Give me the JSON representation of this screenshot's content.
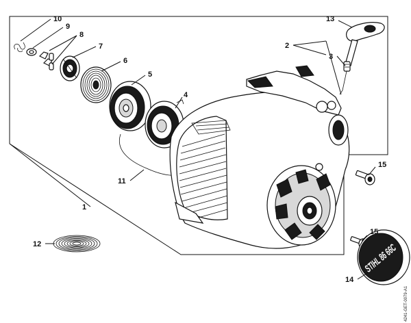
{
  "diagram": {
    "callouts": [
      {
        "id": "c10",
        "label": "10"
      },
      {
        "id": "c9",
        "label": "9"
      },
      {
        "id": "c8",
        "label": "8"
      },
      {
        "id": "c7",
        "label": "7"
      },
      {
        "id": "c6",
        "label": "6"
      },
      {
        "id": "c5",
        "label": "5"
      },
      {
        "id": "c4",
        "label": "4"
      },
      {
        "id": "c13",
        "label": "13"
      },
      {
        "id": "c2",
        "label": "2"
      },
      {
        "id": "c3",
        "label": "3"
      },
      {
        "id": "c11",
        "label": "11"
      },
      {
        "id": "c1",
        "label": "1"
      },
      {
        "id": "c15a",
        "label": "15"
      },
      {
        "id": "c12",
        "label": "12"
      },
      {
        "id": "c15b",
        "label": "15"
      },
      {
        "id": "c14",
        "label": "14"
      }
    ],
    "badge_text": "STIHL 86 66C",
    "reference_code": "4241-GET-0079-A1"
  }
}
